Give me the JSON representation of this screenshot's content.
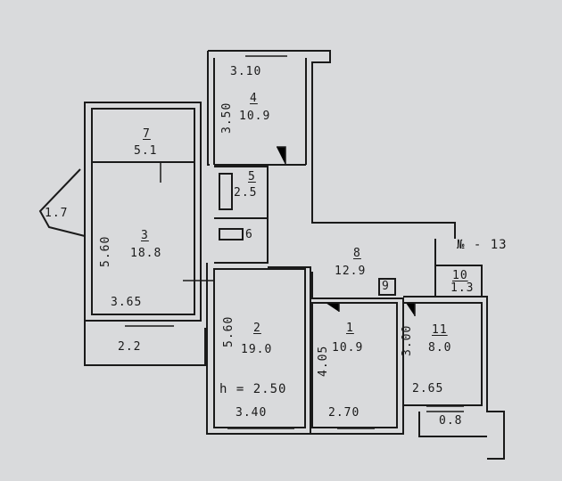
{
  "plan_id": "№ - 13",
  "ceiling_height": "h = 2.50",
  "colors": {
    "paper": "#d9dadc",
    "ink": "#1a1a1a"
  },
  "rooms": [
    {
      "num": "1",
      "area": "10.9"
    },
    {
      "num": "2",
      "area": "19.0"
    },
    {
      "num": "3",
      "area": "18.8"
    },
    {
      "num": "4",
      "area": "10.9"
    },
    {
      "num": "5",
      "area": "2.5"
    },
    {
      "num": "6",
      "area": ""
    },
    {
      "num": "7",
      "area": "5.1"
    },
    {
      "num": "8",
      "area": "12.9"
    },
    {
      "num": "9",
      "area": ""
    },
    {
      "num": "10",
      "area": "1.3"
    },
    {
      "num": "11",
      "area": "8.0"
    }
  ],
  "dimensions": {
    "room4_width": "3.10",
    "room4_height": "3.50",
    "room3_height": "5.60",
    "room3_width": "3.65",
    "balcony_left": "1.7",
    "balcony_bottom": "2.2",
    "room2_height": "5.60",
    "room2_width": "3.40",
    "room1_height": "4.05",
    "room1_width": "2.70",
    "room11_height": "3.00",
    "room11_width": "2.65",
    "balcony_right": "0.8"
  }
}
